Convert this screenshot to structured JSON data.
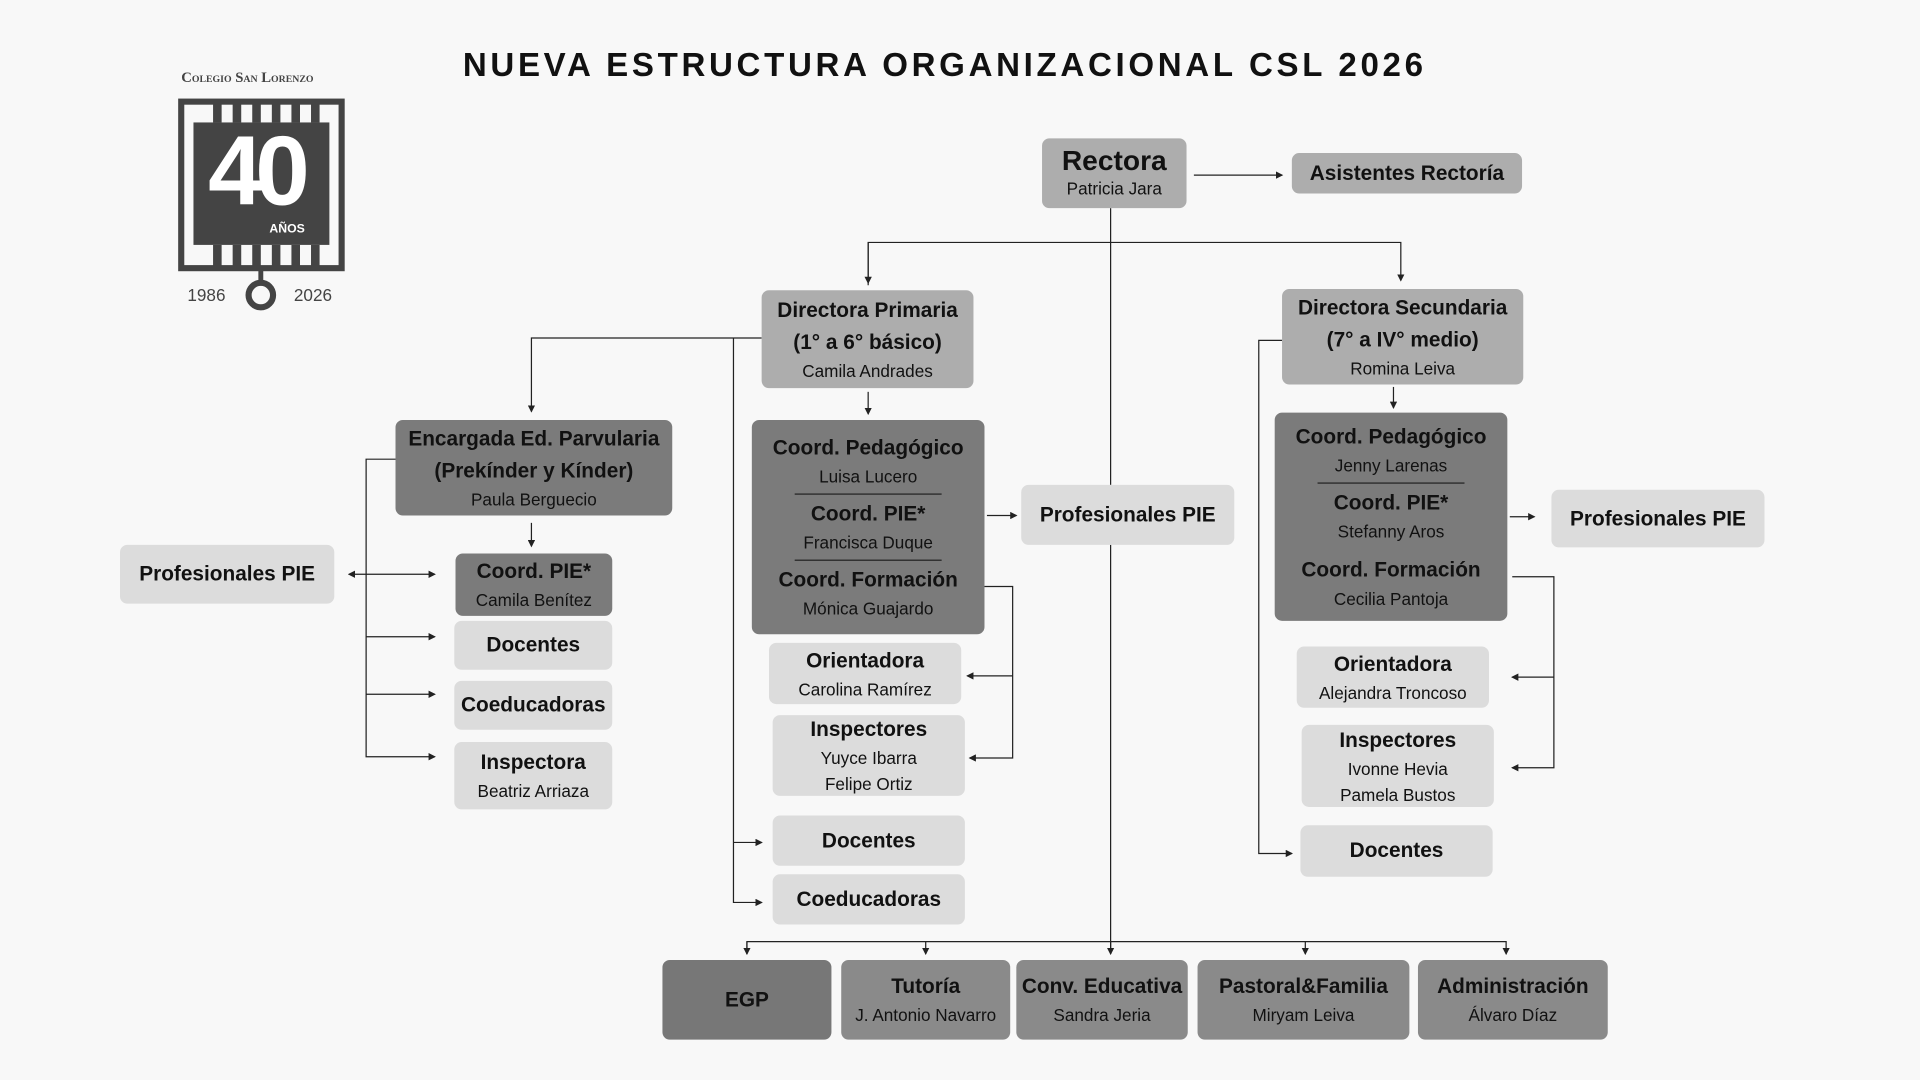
{
  "title": "NUEVA ESTRUCTURA ORGANIZACIONAL CSL 2026",
  "logo": {
    "school": "Colegio San Lorenzo",
    "number": "40",
    "years_label": "AÑOS",
    "start_year": "1986",
    "end_year": "2026"
  },
  "rectora": {
    "title": "Rectora",
    "name": "Patricia Jara"
  },
  "asistentes": {
    "title": "Asistentes Rectoría"
  },
  "primaria": {
    "title1": "Directora Primaria",
    "title2": "(1° a 6° básico)",
    "name": "Camila Andrades",
    "coord": {
      "ped": "Coord. Pedagógico",
      "ped_name": "Luisa Lucero",
      "pie": "Coord. PIE*",
      "pie_name": "Francisca Duque",
      "form": "Coord. Formación",
      "form_name": "Mónica Guajardo"
    },
    "pie_prof": "Profesionales PIE",
    "orientadora": {
      "title": "Orientadora",
      "name": "Carolina Ramírez"
    },
    "inspectores": {
      "title": "Inspectores",
      "name1": "Yuyce Ibarra",
      "name2": "Felipe Ortiz"
    },
    "docentes": "Docentes",
    "coeducadoras": "Coeducadoras"
  },
  "parvularia": {
    "title1": "Encargada Ed. Parvularia",
    "title2": "(Prekínder y Kínder)",
    "name": "Paula Berguecio",
    "pie": {
      "title": "Coord. PIE*",
      "name": "Camila Benítez"
    },
    "pie_prof": "Profesionales PIE",
    "docentes": "Docentes",
    "coeducadoras": "Coeducadoras",
    "inspectora": {
      "title": "Inspectora",
      "name": "Beatriz Arriaza"
    }
  },
  "secundaria": {
    "title1": "Directora Secundaria",
    "title2": "(7° a IV° medio)",
    "name": "Romina Leiva",
    "coord": {
      "ped": "Coord. Pedagógico",
      "ped_name": "Jenny Larenas",
      "pie": "Coord. PIE*",
      "pie_name": "Stefanny Aros",
      "form": "Coord. Formación",
      "form_name": "Cecilia Pantoja"
    },
    "pie_prof": "Profesionales PIE",
    "orientadora": {
      "title": "Orientadora",
      "name": "Alejandra Troncoso"
    },
    "inspectores": {
      "title": "Inspectores",
      "name1": "Ivonne Hevia",
      "name2": "Pamela Bustos"
    },
    "docentes": "Docentes"
  },
  "bottom": [
    {
      "title": "EGP",
      "name": ""
    },
    {
      "title": "Tutoría",
      "name": "J. Antonio Navarro"
    },
    {
      "title": "Conv. Educativa",
      "name": "Sandra Jeria"
    },
    {
      "title": "Pastoral&Familia",
      "name": "Miryam Leiva"
    },
    {
      "title": "Administración",
      "name": "Álvaro Díaz"
    }
  ]
}
